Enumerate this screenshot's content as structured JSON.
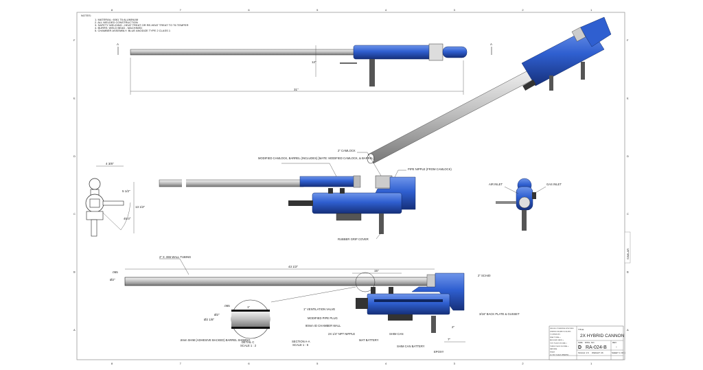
{
  "notes": {
    "heading": "NOTES:",
    "lines": [
      "1. MATERIAL: 6061 T6 ALUMINUM",
      "2. ALL WELDED CONSTRUCTION",
      "3. SAFETY WELDING - HEAT TREAT OR RE-HEAT TREAT TO T6 TEMPER",
      "4. BURRS: WELD BEAD - MACHINED",
      "5. CHAMBER ASSEMBLY: BLUE ANODIZE TYPE 2 CLASS 1"
    ]
  },
  "zones": {
    "columns": [
      "8",
      "7",
      "6",
      "5",
      "4",
      "3",
      "2",
      "1"
    ],
    "rows": [
      "F",
      "E",
      "D",
      "C",
      "B",
      "A"
    ]
  },
  "section_marker": "A",
  "dimensions": {
    "overall_length": "31\"",
    "top_height": "12\"",
    "end_width": "4 3/8\"",
    "end_height_a": "5 1/2\"",
    "end_height_b": "13 1/2\"",
    "end_angle": "45.0°",
    "barrel_length": "43 1/2\"",
    "chamber_length": "15\"",
    "barrel_dia": "Ø2\"",
    "detail_wall": ".065",
    "detail_pitch": "1\"",
    "detail_od": "Ø2 1/8\"",
    "detail_id": "Ø2\"",
    "end_offset_a": "2\"",
    "end_offset_b": "7\""
  },
  "labels": {
    "modified_camlock": "MODIFIED CAMLOCK, BARREL (INCLUDES) [MATE: MODIFIED CAMLOCK, & BARREL]",
    "camlock_2": "2\" CAMLOCK",
    "pipe_nipple": "PIPE NIPPLE (FROM CAMLOCK)",
    "rubber_grip": "RUBBER GRIP COVER",
    "air_inlet": "AIR INLET",
    "gas_inlet": "GAS INLET",
    "tubing": "2\" X .065 WALL TUBING",
    "schedule": "2\" SCH40",
    "back_plate": "3/16\" BACK PLATE & GUSSET",
    "vent_valve": "1\" VENTILATION VALVE",
    "pipe_plug": "MODIFIED PIPE PLUG",
    "chamber_wall": "80mm ID CHAMBER WALL",
    "pipe_nipple_2": "2X 1/4\" NPT NIPPLE",
    "mat_battery": "MAT BATTERY",
    "shim_can": "SHIM CAN",
    "shim_can_battery": "SHIM CAN BATTERY",
    "epoxy": "EPOXY",
    "shim_stock": ".8mm SHIM (ADHESIVE BACKED) BARREL SHIMING",
    "detail_c": "DETAIL C",
    "detail_c_scale": "SCALE 1 : 2",
    "section_aa": "SECTION A-A",
    "section_aa_scale": "SCALE 1 : 6"
  },
  "side_tab": "SIMILAR",
  "title_block": {
    "company_lines": [
      "UNLESS OTHERWISE SPECIFIED",
      "DIMENSIONS ARE IN INCHES",
      "TOLERANCES:",
      "FRACTIONAL ±",
      "ANGULAR: MACH ±",
      "TWO PLACE DECIMAL ±",
      "THREE PLACE DECIMAL ±",
      "MATERIAL",
      "FINISH",
      "DO NOT SCALE DRAWING"
    ],
    "title_label": "TITLE:",
    "title": "2X HYBRID CANNON",
    "size_label": "SIZE",
    "size": "D",
    "dwg_label": "DWG. NO.",
    "dwg_no": "RA-024-B",
    "rev_label": "REV",
    "rev": "-",
    "scale": "SCALE: 1:6",
    "weight": "WEIGHT: 26",
    "sheet": "SHEET 1 OF 1"
  },
  "colors": {
    "anodize": "#2f5fd0",
    "anodize_dark": "#1b3a8c",
    "tube": "#d8d8d8",
    "line": "#222222"
  }
}
